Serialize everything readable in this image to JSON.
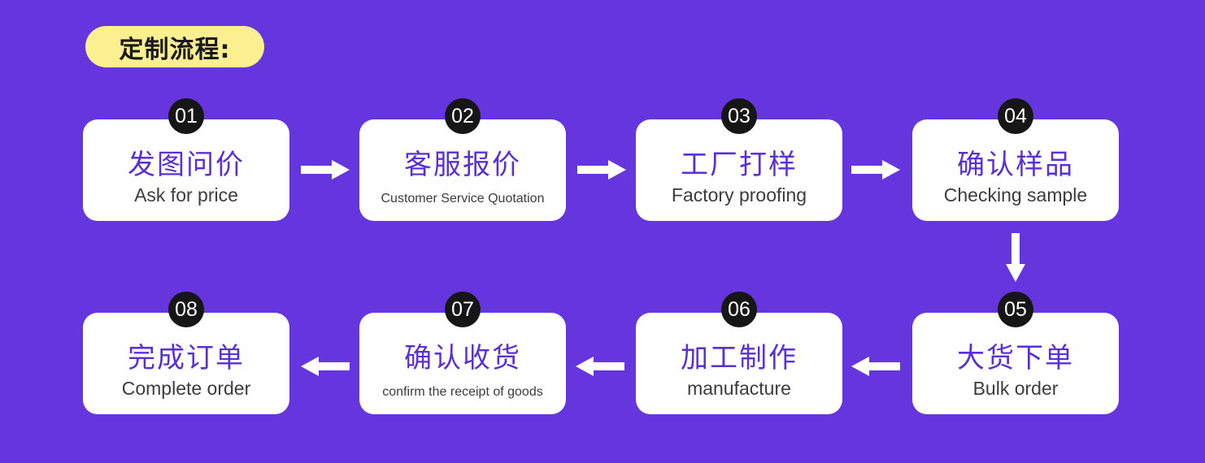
{
  "header": {
    "title": "定制流程:"
  },
  "steps": [
    {
      "num": "01",
      "zh": "发图问价",
      "en": "Ask for price"
    },
    {
      "num": "02",
      "zh": "客服报价",
      "en": "Customer Service Quotation"
    },
    {
      "num": "03",
      "zh": "工厂打样",
      "en": "Factory proofing"
    },
    {
      "num": "04",
      "zh": "确认样品",
      "en": "Checking sample"
    },
    {
      "num": "05",
      "zh": "大货下单",
      "en": "Bulk order"
    },
    {
      "num": "06",
      "zh": "加工制作",
      "en": "manufacture"
    },
    {
      "num": "07",
      "zh": "确认收货",
      "en": "confirm the receipt of goods"
    },
    {
      "num": "08",
      "zh": "完成订单",
      "en": "Complete order"
    }
  ],
  "colors": {
    "background": "#6536dd",
    "title_pill": "#fbef8f",
    "card": "#ffffff",
    "step_title": "#5b2fd6",
    "badge": "#161616",
    "arrow": "#ffffff"
  }
}
